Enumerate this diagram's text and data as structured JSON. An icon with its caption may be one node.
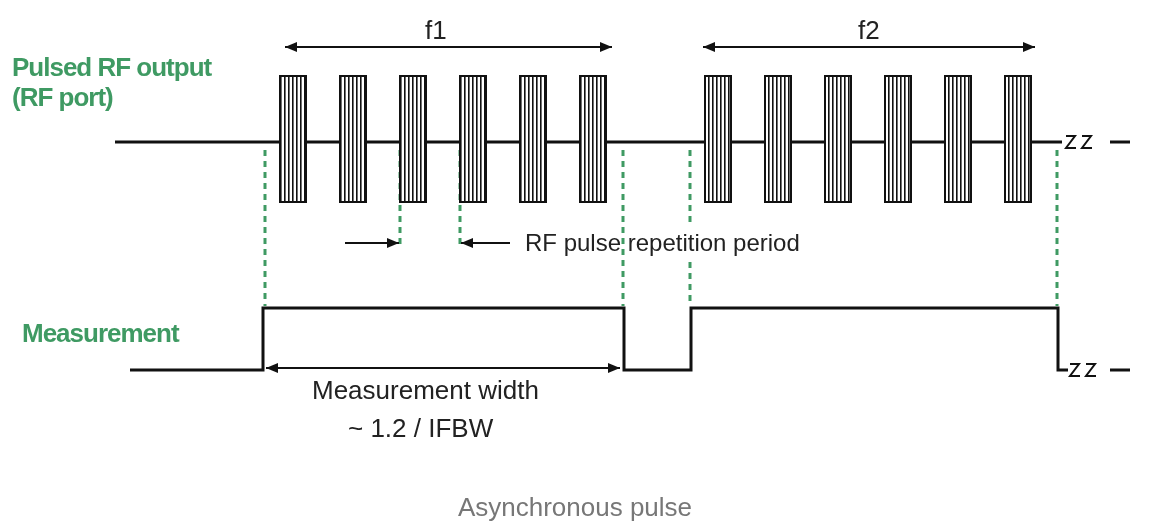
{
  "diagram": {
    "caption": "Asynchronous pulse",
    "labels": [
      "f1",
      "f2",
      "Pulsed RF output (RF port)",
      "RF pulse repetition period",
      "Measurement",
      "Measurement width",
      "~ 1.2 / IFBW"
    ]
  }
}
